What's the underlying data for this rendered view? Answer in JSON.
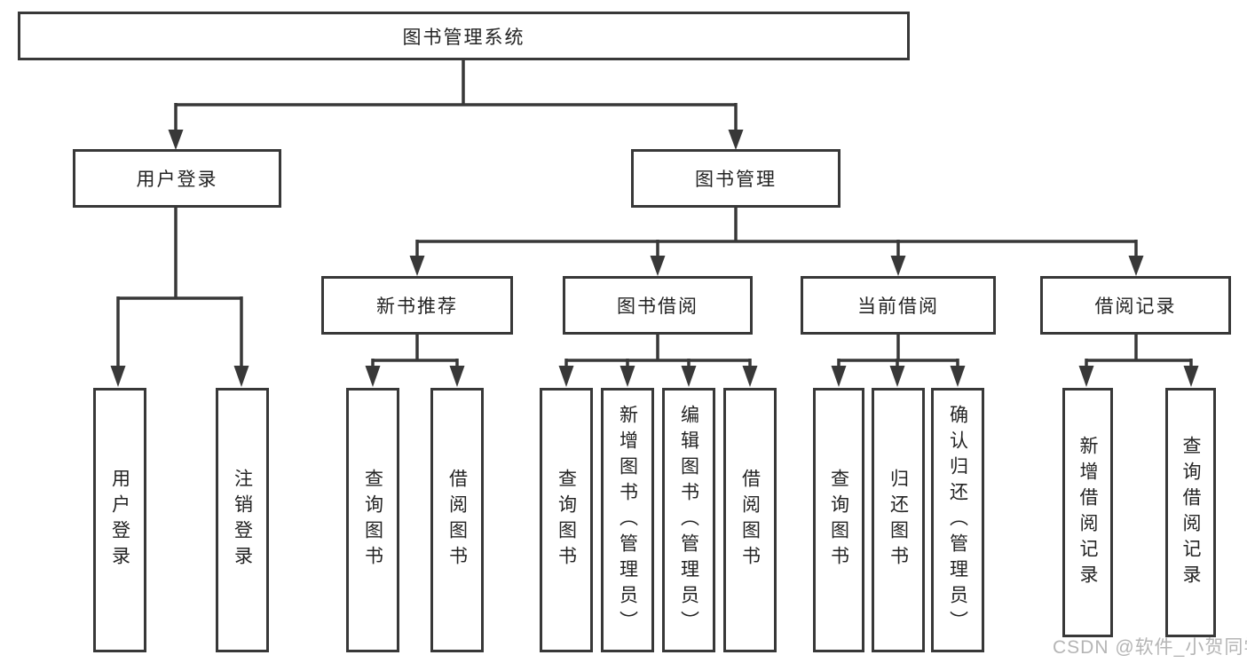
{
  "tree": {
    "root": {
      "label": "图书管理系统"
    },
    "level2": [
      {
        "label": "用户登录",
        "children": [
          "用户登录",
          "注销登录"
        ]
      },
      {
        "label": "图书管理",
        "groups": [
          {
            "label": "新书推荐",
            "children": [
              "查询图书",
              "借阅图书"
            ]
          },
          {
            "label": "图书借阅",
            "children": [
              "查询图书",
              "新增图书（管理员）",
              "编辑图书（管理员）",
              "借阅图书"
            ]
          },
          {
            "label": "当前借阅",
            "children": [
              "查询图书",
              "归还图书",
              "确认归还（管理员）"
            ]
          },
          {
            "label": "借阅记录",
            "children": [
              "新增借阅记录",
              "查询借阅记录"
            ]
          }
        ]
      }
    ]
  },
  "watermark": {
    "text": "CSDN @软件_小贺同学"
  },
  "colors": {
    "line": "#383838",
    "box_border": "#383838",
    "text": "#232323",
    "watermark": "#b5b5b5",
    "background": "#ffffff"
  }
}
